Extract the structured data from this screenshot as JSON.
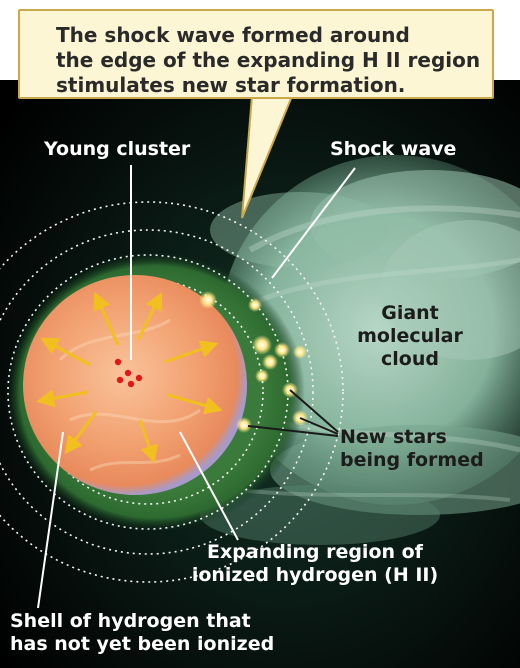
{
  "callout": {
    "lines": [
      "The shock wave formed around",
      "the edge of the expanding H II region",
      "stimulates new star formation."
    ]
  },
  "labels": {
    "young_cluster": "Young cluster",
    "shock_wave": "Shock wave",
    "giant_cloud": [
      "Giant",
      "molecular",
      "cloud"
    ],
    "new_stars": [
      "New stars",
      "being formed"
    ],
    "expanding_region": [
      "Expanding region of",
      "ionized hydrogen (H II)"
    ],
    "shell": [
      "Shell of hydrogen that",
      "has not yet been ionized"
    ]
  },
  "colors": {
    "hii_region": "#f2a070",
    "shell": "#3f8a3c",
    "cloud": "#b8dcc8",
    "arrows": "#f2c01e",
    "cluster_stars": "#e01818",
    "new_stars": "#ffe888"
  }
}
